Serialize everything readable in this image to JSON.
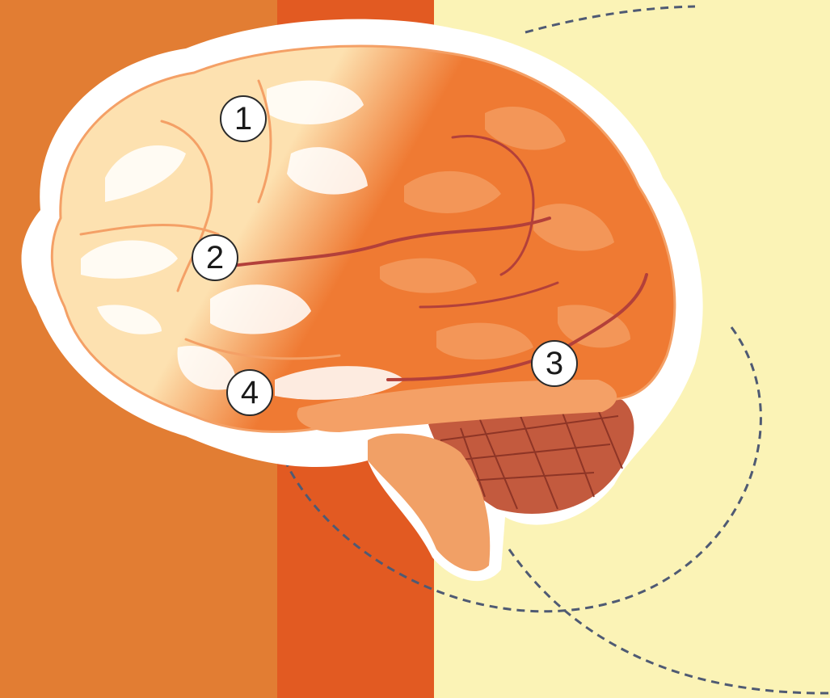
{
  "colors": {
    "bg_left": "#e27d33",
    "bg_mid": "#e25a22",
    "bg_right": "#fbf3b6",
    "dash": "#4f5a73",
    "outline": "#ffffff",
    "brain_light": "#fde1b0",
    "brain_dark": "#ef7a33",
    "fold_light": "#ffffff",
    "fold_dark": "#f4a066",
    "groove": "#b3403a",
    "cerebellum": "#c35a3e",
    "cerebellum_line": "#8e3526",
    "stem": "#f1a066"
  },
  "diagram": {
    "subject": "brain-illustration",
    "markers": [
      {
        "id": "m1",
        "label": "1"
      },
      {
        "id": "m2",
        "label": "2"
      },
      {
        "id": "m3",
        "label": "3"
      },
      {
        "id": "m4",
        "label": "4"
      }
    ]
  }
}
